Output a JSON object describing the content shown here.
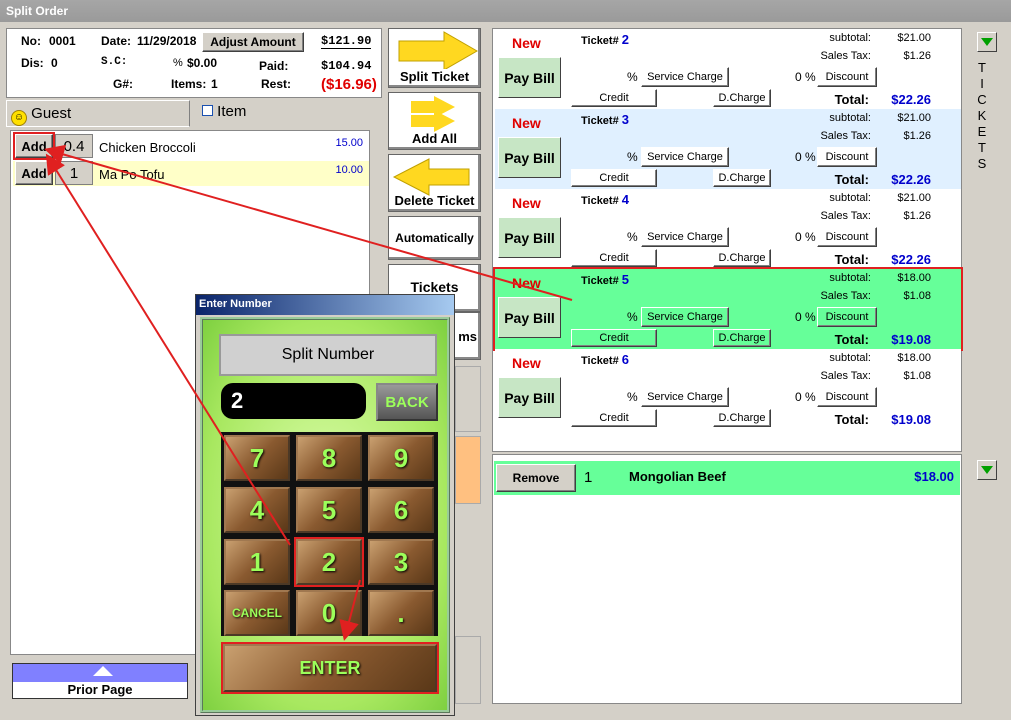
{
  "window": {
    "title": "Split Order"
  },
  "order": {
    "no_label": "No:",
    "no": "0001",
    "date_label": "Date:",
    "date": "11/29/2018",
    "adjust_label": "Adjust Amount",
    "amount": "$121.90",
    "dis_label": "Dis:",
    "dis": "0",
    "sc_label": "S.C:",
    "sc_pct": "%",
    "sc": "$0.00",
    "paid_label": "Paid:",
    "paid": "$104.94",
    "g_label": "G#:",
    "items_label": "Items:",
    "items": "1",
    "rest_label": "Rest:",
    "rest": "($16.96)"
  },
  "tabs": {
    "guest": "Guest",
    "item": "Item"
  },
  "items": [
    {
      "add": "Add",
      "qty": "0.4",
      "name": "Chicken Broccoli",
      "price": "15.00"
    },
    {
      "add": "Add",
      "qty": "1",
      "name": "Ma Po Tofu",
      "price": "10.00"
    }
  ],
  "prior_page": "Prior Page",
  "mid_buttons": {
    "split_ticket": "Split Ticket",
    "add_all": "Add All",
    "delete_ticket": "Delete Ticket",
    "automatically": "Automatically",
    "tickets": "Tickets",
    "items_partial": "ms"
  },
  "tickets": [
    {
      "new": "New",
      "label": "Ticket#",
      "no": "2",
      "subtotal": "$21.00",
      "tax": "$1.26",
      "pct": "%",
      "sc_btn": "Service Charge",
      "disc_pct": "0 %",
      "disc_btn": "Discount",
      "credit": "Credit",
      "dcharge": "D.Charge",
      "total": "$22.26",
      "pay": "Pay Bill"
    },
    {
      "new": "New",
      "label": "Ticket#",
      "no": "3",
      "subtotal": "$21.00",
      "tax": "$1.26",
      "pct": "%",
      "sc_btn": "Service Charge",
      "disc_pct": "0 %",
      "disc_btn": "Discount",
      "credit": "Credit",
      "dcharge": "D.Charge",
      "total": "$22.26",
      "pay": "Pay Bill"
    },
    {
      "new": "New",
      "label": "Ticket#",
      "no": "4",
      "subtotal": "$21.00",
      "tax": "$1.26",
      "pct": "%",
      "sc_btn": "Service Charge",
      "disc_pct": "0 %",
      "disc_btn": "Discount",
      "credit": "Credit",
      "dcharge": "D.Charge",
      "total": "$22.26",
      "pay": "Pay Bill"
    },
    {
      "new": "New",
      "label": "Ticket#",
      "no": "5",
      "subtotal": "$18.00",
      "tax": "$1.08",
      "pct": "%",
      "sc_btn": "Service Charge",
      "disc_pct": "0 %",
      "disc_btn": "Discount",
      "credit": "Credit",
      "dcharge": "D.Charge",
      "total": "$19.08",
      "pay": "Pay Bill"
    },
    {
      "new": "New",
      "label": "Ticket#",
      "no": "6",
      "subtotal": "$18.00",
      "tax": "$1.08",
      "pct": "%",
      "sc_btn": "Service Charge",
      "disc_pct": "0 %",
      "disc_btn": "Discount",
      "credit": "Credit",
      "dcharge": "D.Charge",
      "total": "$19.08",
      "pay": "Pay Bill"
    }
  ],
  "ticket_labels": {
    "subtotal": "subtotal:",
    "tax": "Sales Tax:",
    "total": "Total:"
  },
  "detail": {
    "remove": "Remove",
    "qty": "1",
    "name": "Mongolian Beef",
    "price": "$18.00"
  },
  "side_label": "TICKETS",
  "dialog": {
    "title": "Enter Number",
    "heading": "Split Number",
    "value": "2",
    "back": "BACK",
    "keys": [
      "7",
      "8",
      "9",
      "4",
      "5",
      "6",
      "1",
      "2",
      "3",
      "CANCEL",
      "0",
      "."
    ],
    "enter": "ENTER"
  },
  "colors": {
    "highlight": "#66ff99",
    "selected_ticket": "#e0f0ff",
    "annotation": "#e02020",
    "item_row_alt": "#ffffc8"
  }
}
